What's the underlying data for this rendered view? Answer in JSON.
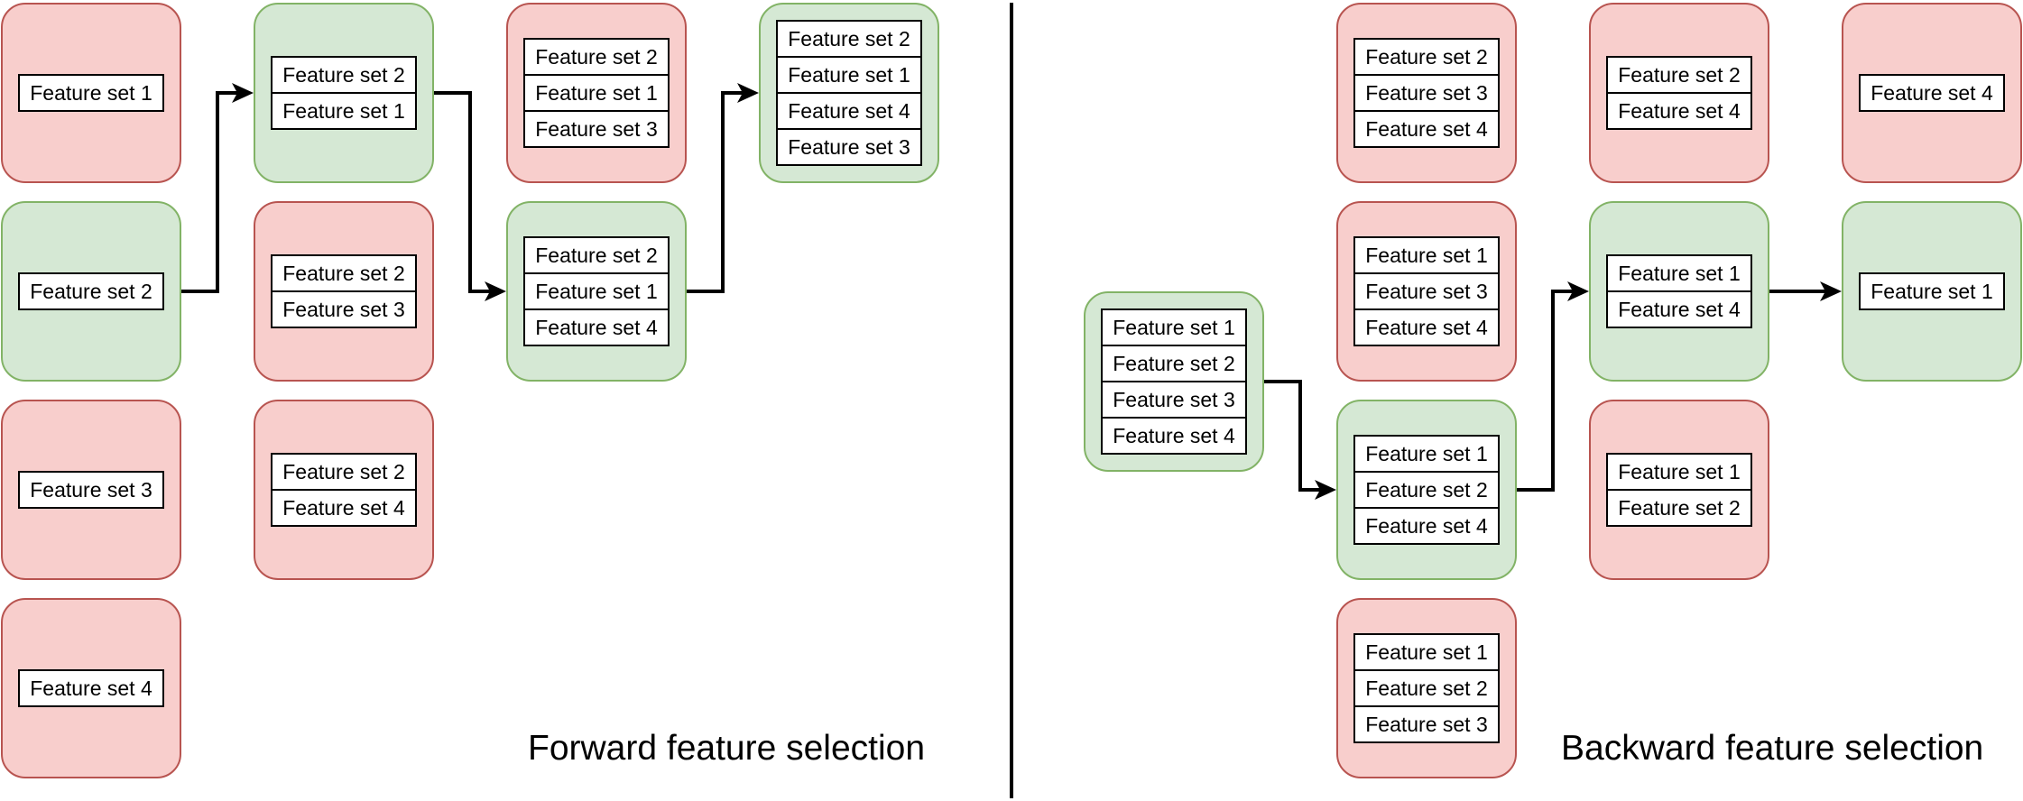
{
  "forward": {
    "caption": "Forward feature selection",
    "nodes": [
      {
        "id": "f1",
        "status": "red",
        "sets": [
          "Feature set 1"
        ]
      },
      {
        "id": "f2",
        "status": "green",
        "sets": [
          "Feature set 2"
        ]
      },
      {
        "id": "f3",
        "status": "red",
        "sets": [
          "Feature set 3"
        ]
      },
      {
        "id": "f4",
        "status": "red",
        "sets": [
          "Feature set 4"
        ]
      },
      {
        "id": "f21",
        "status": "green",
        "sets": [
          "Feature set 2",
          "Feature set 1"
        ]
      },
      {
        "id": "f23",
        "status": "red",
        "sets": [
          "Feature set 2",
          "Feature set 3"
        ]
      },
      {
        "id": "f24",
        "status": "red",
        "sets": [
          "Feature set 2",
          "Feature set 4"
        ]
      },
      {
        "id": "f213",
        "status": "red",
        "sets": [
          "Feature set 2",
          "Feature set 1",
          "Feature set 3"
        ]
      },
      {
        "id": "f214",
        "status": "green",
        "sets": [
          "Feature set 2",
          "Feature set 1",
          "Feature set 4"
        ]
      },
      {
        "id": "f2143",
        "status": "green",
        "sets": [
          "Feature set 2",
          "Feature set 1",
          "Feature set 4",
          "Feature set 3"
        ]
      }
    ],
    "edges": [
      [
        "f2",
        "f21"
      ],
      [
        "f21",
        "f214"
      ],
      [
        "f214",
        "f2143"
      ]
    ]
  },
  "backward": {
    "caption": "Backward feature selection",
    "nodes": [
      {
        "id": "b1234",
        "status": "green",
        "sets": [
          "Feature set 1",
          "Feature set 2",
          "Feature set 3",
          "Feature set 4"
        ]
      },
      {
        "id": "b234",
        "status": "red",
        "sets": [
          "Feature set 2",
          "Feature set 3",
          "Feature set 4"
        ]
      },
      {
        "id": "b134",
        "status": "red",
        "sets": [
          "Feature set 1",
          "Feature set 3",
          "Feature set 4"
        ]
      },
      {
        "id": "b124",
        "status": "green",
        "sets": [
          "Feature set 1",
          "Feature set 2",
          "Feature set 4"
        ]
      },
      {
        "id": "b123",
        "status": "red",
        "sets": [
          "Feature set 1",
          "Feature set 2",
          "Feature set 3"
        ]
      },
      {
        "id": "b24",
        "status": "red",
        "sets": [
          "Feature set 2",
          "Feature set 4"
        ]
      },
      {
        "id": "b14",
        "status": "green",
        "sets": [
          "Feature set 1",
          "Feature set 4"
        ]
      },
      {
        "id": "b12",
        "status": "red",
        "sets": [
          "Feature set 1",
          "Feature set 2"
        ]
      },
      {
        "id": "b4",
        "status": "red",
        "sets": [
          "Feature set 4"
        ]
      },
      {
        "id": "b1",
        "status": "green",
        "sets": [
          "Feature set 1"
        ]
      }
    ],
    "edges": [
      [
        "b1234",
        "b124"
      ],
      [
        "b124",
        "b14"
      ],
      [
        "b14",
        "b1"
      ]
    ]
  },
  "colors": {
    "rejected_fill": "#f8cecc",
    "rejected_stroke": "#b85450",
    "selected_fill": "#d5e8d4",
    "selected_stroke": "#82b366",
    "line": "#000000"
  }
}
